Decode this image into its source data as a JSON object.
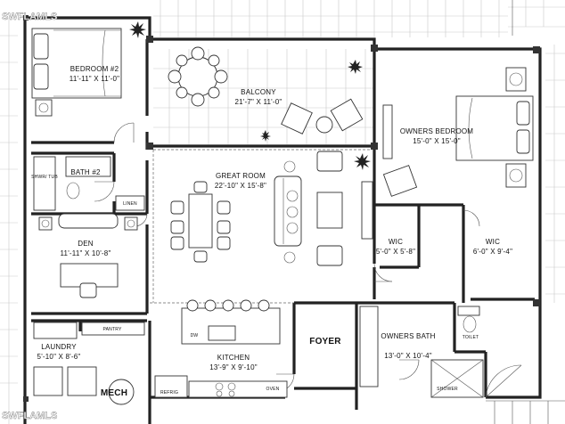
{
  "watermark": "SWFLAMLS",
  "rooms": {
    "bedroom2": {
      "name": "BEDROOM #2",
      "dims": "11'-11\" X 11'-0\""
    },
    "balcony": {
      "name": "BALCONY",
      "dims": "21'-7\" X 11'-0\""
    },
    "owners_bedroom": {
      "name": "OWNERS BEDROOM",
      "dims": "15'-0\" X 15'-0\""
    },
    "great_room": {
      "name": "GREAT ROOM",
      "dims": "22'-10\" X 15'-8\""
    },
    "bath2": {
      "name": "BATH #2"
    },
    "den": {
      "name": "DEN",
      "dims": "11'-11\" X 10'-8\""
    },
    "wic_left": {
      "name": "WIC",
      "dims": "5'-0\" X 5'-8\""
    },
    "wic_right": {
      "name": "WIC",
      "dims": "6'-0\" X 9'-4\""
    },
    "foyer": {
      "name": "FOYER"
    },
    "owners_bath": {
      "name": "OWNERS BATH",
      "dims": "13'-0\" X 10'-4\""
    },
    "laundry": {
      "name": "LAUNDRY",
      "dims": "5'-10\" X 8'-6\""
    },
    "kitchen": {
      "name": "KITCHEN",
      "dims": "13'-9\" X 9'-10\""
    },
    "mech": {
      "name": "MECH"
    }
  },
  "fixtures": {
    "shwr_tub": "SHWR/ TUB",
    "linen": "LINEN",
    "pantry": "PANTRY",
    "toilet": "TOILET",
    "dw": "DW",
    "refrig": "REFRIG",
    "oven": "OVEN",
    "shower": "SHOWER"
  }
}
